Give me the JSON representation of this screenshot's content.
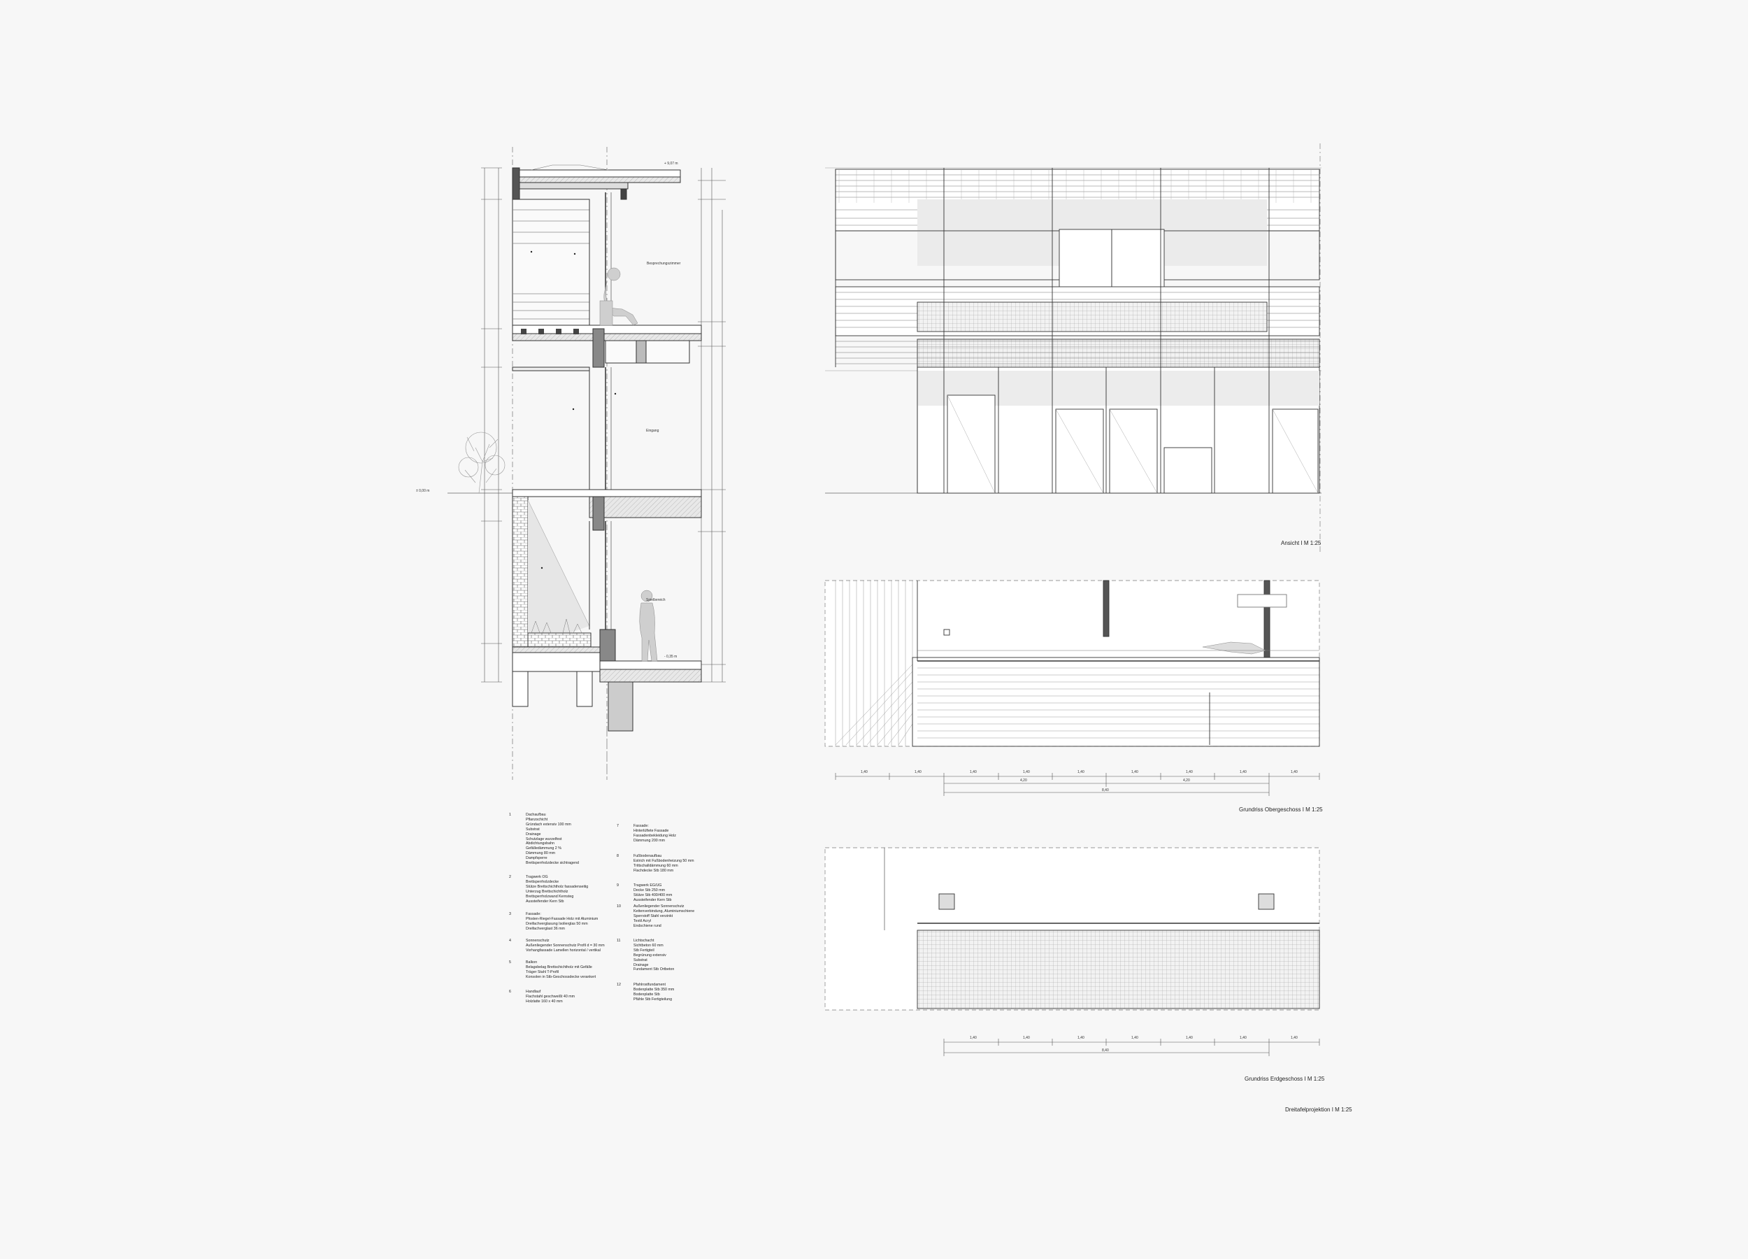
{
  "section": {
    "room_labels": [
      "Besprechungszimmer",
      "Eingang",
      "Spielbereich"
    ],
    "level_marks": [
      "+ 9,07 m",
      "± 0,00 m",
      "- 0,35 m"
    ]
  },
  "views": {
    "elevation_title": "Ansicht I M 1:25",
    "upper_plan_title": "Grundriss Obergeschoss I M 1:25",
    "ground_plan_title": "Grundriss Erdgeschoss I M 1:25",
    "sheet_title": "Dreitafelprojektion I M 1:25"
  },
  "dimensions": {
    "grid_segment": "1,40",
    "upper_plan_totals": [
      "4,20",
      "4,20",
      "8,40"
    ],
    "ground_plan_total": "8,40"
  },
  "legend": [
    {
      "num": "1",
      "lines": [
        "Dachaufbau",
        "Pflanzschicht",
        "Gründach extensiv 100 mm",
        "Substrat",
        "Drainage",
        "Schutzlage wurzelfest",
        "Abdichtungsbahn",
        "Gefälledämmung 2 %",
        "Dämmung 80 mm",
        "Dampfsperre",
        "Brettsperrholzdecke sichtragend"
      ]
    },
    {
      "num": "2",
      "lines": [
        "Tragwerk OG",
        "Brettsperrholzdecke",
        "Stütze Brettschichtholz fassadenseitig",
        "Unterzug Brettschichtholz",
        "Brettsperrholzwand Kernsteg",
        "Aussteifender Kern Stb"
      ]
    },
    {
      "num": "3",
      "lines": [
        "Fassade:",
        "Pfosten-Riegel-Fassade Holz mit Aluminium",
        "Dreifachverglasung Isolierglas 50 mm",
        "Dreifachverglast 36 mm"
      ]
    },
    {
      "num": "4",
      "lines": [
        "Sonnenschutz",
        "Außenliegender Sonnenschutz Profil d = 30 mm",
        "Vorhangfassade Lamellen horizontal / vertikal"
      ]
    },
    {
      "num": "5",
      "lines": [
        "Balkon",
        "Belagsbelag Brettschichtholz mit Gefälle",
        "Träger Stahl T-Profil",
        "Konsolen in Stb-Geschossdecke verankert"
      ]
    },
    {
      "num": "6",
      "lines": [
        "Handlauf",
        "Flachstahl geschweißt 40 mm",
        "Holzlatte 160 x 40 mm"
      ]
    },
    {
      "num": "7",
      "lines": [
        "Fassade:",
        "Hinterlüftete Fassade",
        "Fassadenbekleidung Holz",
        "Dämmung 200 mm"
      ]
    },
    {
      "num": "8",
      "lines": [
        "Fußbodenaufbau",
        "Estrich mit Fußbodenheizung 50 mm",
        "Trittschalldämmung 60 mm",
        "Flachdecke Stb 180 mm"
      ]
    },
    {
      "num": "9",
      "lines": [
        "Tragwerk EG/UG",
        "Decke Stb 250 mm",
        "Stütze Stb 400/400 mm",
        "Aussteifender Kern Stb"
      ]
    },
    {
      "num": "10",
      "lines": [
        "Außenliegender Sonnenschutz",
        "Kettenverbindung, Aluminiumschiene",
        "Sperrstoff Stahl verzinkt",
        "Textil Acryl",
        "Endschiene rund"
      ]
    },
    {
      "num": "11",
      "lines": [
        "Lichtschacht",
        "Sichtbeton 60 mm",
        "Stb Fertigteil",
        "Begrünung extensiv",
        "Substrat",
        "Drainage",
        "Fundament Stb Ortbeton"
      ]
    },
    {
      "num": "12",
      "lines": [
        "Pfahlrostfundament",
        "Bodenplatte Stb 350 mm",
        "Bodenplatte Stb",
        "Pfähle Stb Fertigteilung"
      ]
    }
  ]
}
